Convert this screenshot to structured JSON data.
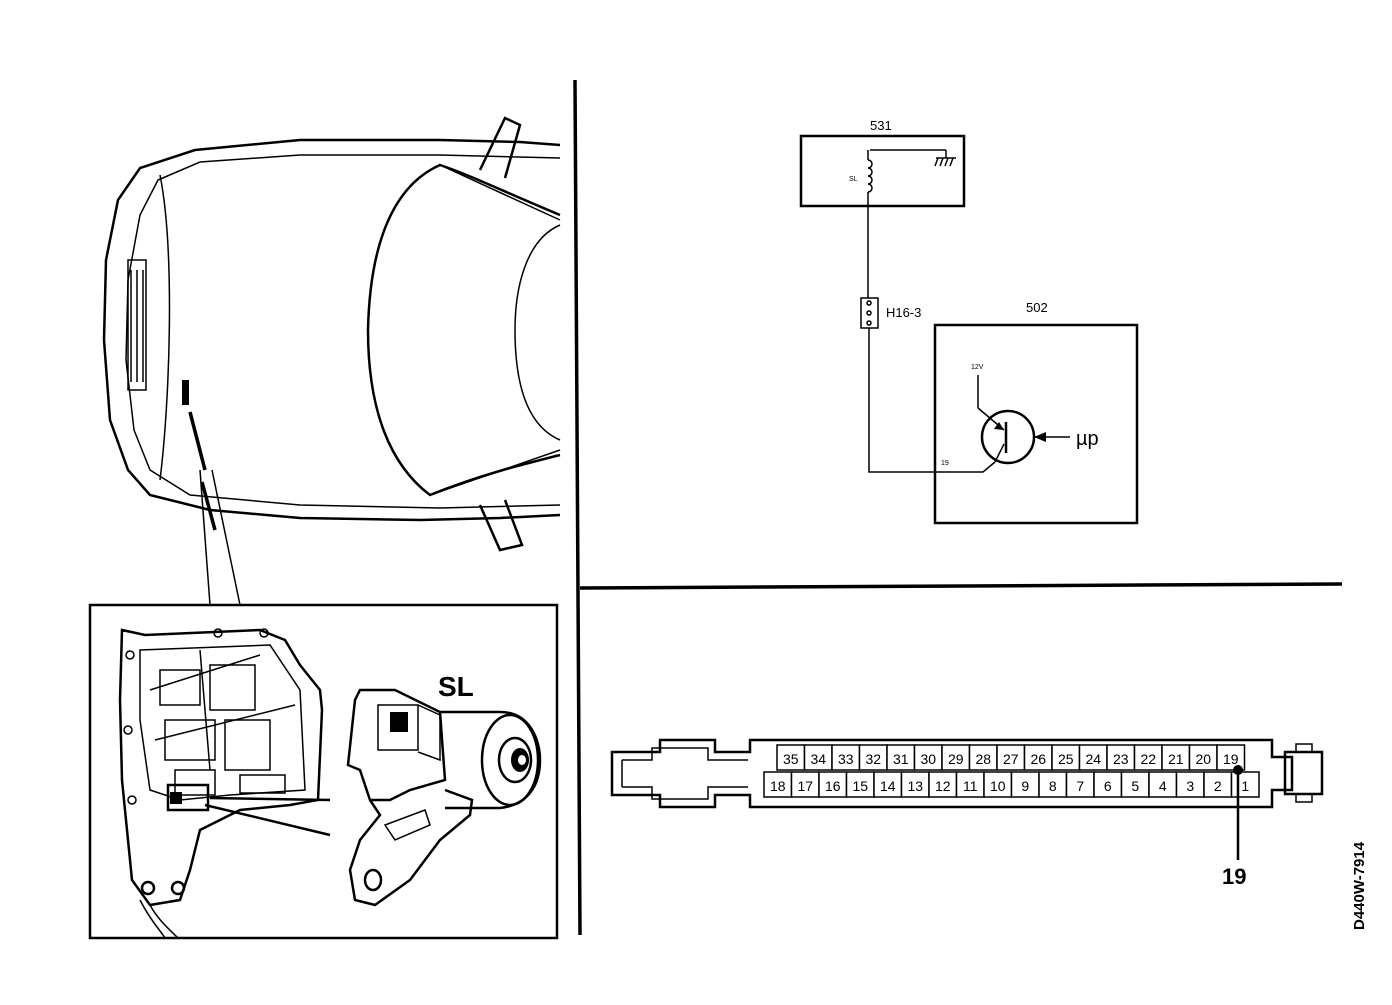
{
  "figure_code": "D440W-7914",
  "car_inset": {
    "solenoid_label": "SL"
  },
  "schematic": {
    "solenoid_module": {
      "id": "531",
      "coil_label": "SL"
    },
    "connector_label": "H16-3",
    "control_module": {
      "id": "502",
      "supply_label": "12V",
      "pin_label": "19",
      "processor_label": "µp"
    }
  },
  "connector_diagram": {
    "top_row_pins": [
      "35",
      "34",
      "33",
      "32",
      "31",
      "30",
      "29",
      "28",
      "27",
      "26",
      "25",
      "24",
      "23",
      "22",
      "21",
      "20",
      "19"
    ],
    "bottom_row_pins": [
      "18",
      "17",
      "16",
      "15",
      "14",
      "13",
      "12",
      "11",
      "10",
      "9",
      "8",
      "7",
      "6",
      "5",
      "4",
      "3",
      "2",
      "1"
    ],
    "callout_pin": "19"
  }
}
